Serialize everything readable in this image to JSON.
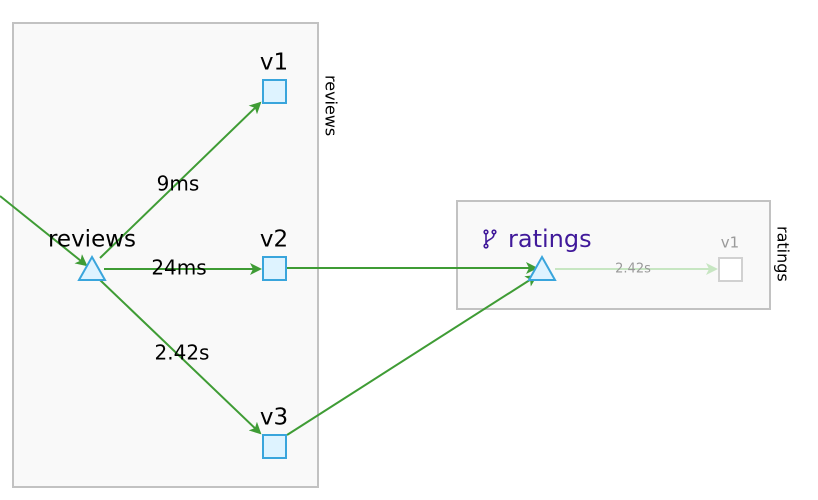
{
  "graph": {
    "boxes": {
      "reviews": {
        "label": "reviews"
      },
      "ratings": {
        "label": "ratings"
      }
    },
    "services": {
      "reviews": {
        "label": "reviews"
      },
      "ratings": {
        "label": "ratings",
        "icon": "branch-icon"
      }
    },
    "workloads": {
      "reviews_v1": {
        "label": "v1"
      },
      "reviews_v2": {
        "label": "v2"
      },
      "reviews_v3": {
        "label": "v3"
      },
      "ratings_v1": {
        "label": "v1"
      }
    },
    "edges": {
      "to_v1": {
        "label": "9ms"
      },
      "to_v2": {
        "label": "24ms"
      },
      "to_v3": {
        "label": "2.42s"
      },
      "ratings_to_v1": {
        "label": "2.42s"
      }
    },
    "colors": {
      "edge": "#3f9c35",
      "edge_faded": "#c7e6c2",
      "node_fill": "#def3ff",
      "node_stroke": "#39a5dc",
      "service_text": "#40199a",
      "box_fill": "#f9f9f9",
      "box_stroke": "#c2c2c2"
    }
  }
}
